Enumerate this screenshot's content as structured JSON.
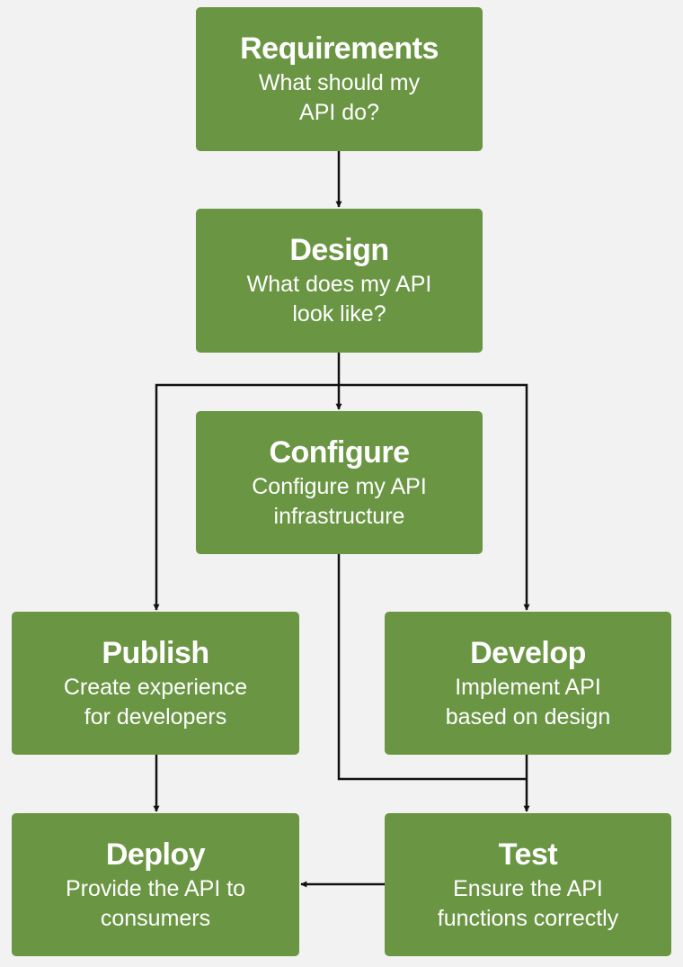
{
  "nodes": {
    "requirements": {
      "title": "Requirements",
      "subtitle": "What should my\nAPI do?"
    },
    "design": {
      "title": "Design",
      "subtitle": "What does my API\nlook like?"
    },
    "configure": {
      "title": "Configure",
      "subtitle": "Configure my API\ninfrastructure"
    },
    "publish": {
      "title": "Publish",
      "subtitle": "Create experience\nfor developers"
    },
    "develop": {
      "title": "Develop",
      "subtitle": "Implement API\nbased on design"
    },
    "deploy": {
      "title": "Deploy",
      "subtitle": "Provide the API to\nconsumers"
    },
    "test": {
      "title": "Test",
      "subtitle": "Ensure the API\nfunctions correctly"
    }
  },
  "colors": {
    "node_fill": "#6a9543",
    "node_text": "#ffffff",
    "connector": "#111111",
    "background": "#f2f2f2"
  }
}
